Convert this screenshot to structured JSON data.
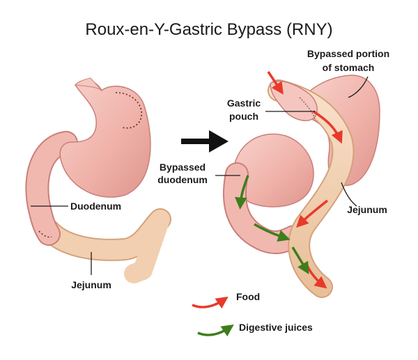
{
  "title": "Roux-en-Y-Gastric Bypass (RNY)",
  "before": {
    "labels": {
      "duodenum": "Duodenum",
      "jejunum": "Jejunum"
    }
  },
  "after": {
    "labels": {
      "bypassed_stomach_line1": "Bypassed portion",
      "bypassed_stomach_line2": "of stomach",
      "gastric_pouch_line1": "Gastric",
      "gastric_pouch_line2": "pouch",
      "bypassed_duodenum_line1": "Bypassed",
      "bypassed_duodenum_line2": "duodenum",
      "jejunum": "Jejunum"
    }
  },
  "legend": {
    "food": "Food",
    "juices": "Digestive juices"
  },
  "colors": {
    "stomach": "#f1b8b0",
    "stomach_edge": "#c97f79",
    "intestine": "#f2cfb0",
    "intestine_edge": "#d4a27a",
    "food_arrow": "#e8392b",
    "juice_arrow": "#3e7d1c",
    "transition_arrow": "#111111"
  },
  "icons": {
    "transition": "right-arrow-icon",
    "food": "red-curved-arrow-icon",
    "juices": "green-curved-arrow-icon"
  }
}
